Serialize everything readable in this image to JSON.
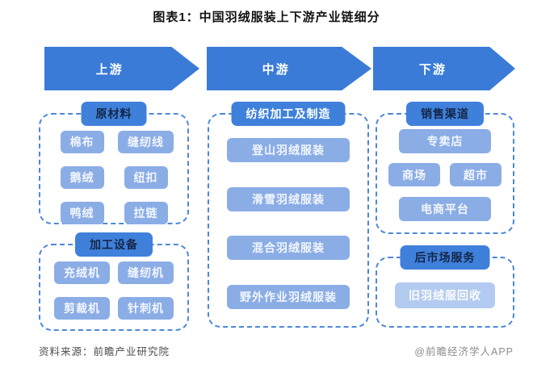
{
  "title": "图表1：中国羽绒服装上下游产业链细分",
  "colors": {
    "arrow_blue": "#3b7bd8",
    "header_pill_blue": "#3f80db",
    "item_blue": "#8bade6",
    "item_light_blue": "#b3cbf0",
    "dashed_border_blue": "#4d88da",
    "header_text_dark": "#142647",
    "header_text_light": "#ffffff"
  },
  "stages": [
    {
      "label": "上游"
    },
    {
      "label": "中游"
    },
    {
      "label": "下游"
    }
  ],
  "upstream": {
    "raw_materials": {
      "header": "原材料",
      "items": [
        "棉布",
        "缝纫线",
        "鹅绒",
        "纽扣",
        "鸭绒",
        "拉链"
      ]
    },
    "equipment": {
      "header": "加工设备",
      "items": [
        "充绒机",
        "缝纫机",
        "剪裁机",
        "针刺机"
      ]
    }
  },
  "midstream": {
    "manufacturing": {
      "header": "纺织加工及制造",
      "items": [
        "登山羽绒服装",
        "滑雪羽绒服装",
        "混合羽绒服装",
        "野外作业羽绒服装"
      ]
    }
  },
  "downstream": {
    "sales_channels": {
      "header": "销售渠道",
      "items": [
        "专卖店",
        "商场",
        "超市",
        "电商平台"
      ]
    },
    "aftermarket": {
      "header": "后市场服务",
      "items": [
        "旧羽绒服回收"
      ]
    }
  },
  "footer": {
    "source": "资料来源：前瞻产业研究院",
    "watermark": "@前瞻经济学人APP"
  }
}
